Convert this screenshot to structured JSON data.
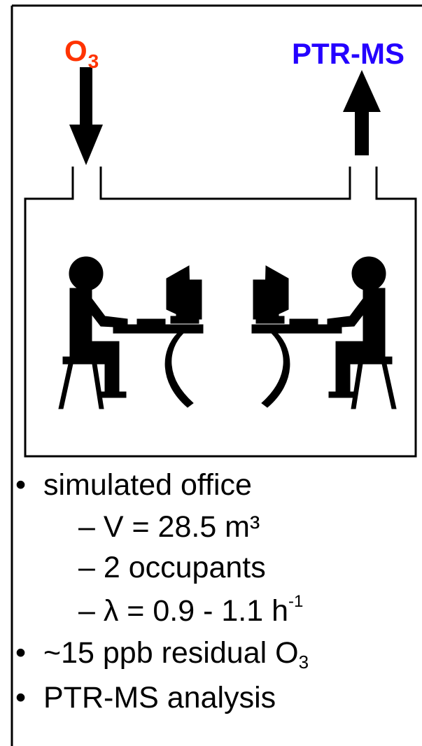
{
  "inlet_label": {
    "text": "O",
    "sub": "3"
  },
  "outlet_label": {
    "text": "PTR-MS"
  },
  "room_icons": [
    "person-at-computer-icon",
    "person-at-computer-icon"
  ],
  "bullets": {
    "office": "simulated office",
    "volume": "– V = 28.5 m³",
    "occupants": "– 2 occupants",
    "exchange": "– λ = 0.9 - 1.1 h",
    "exchange_sup": "-1",
    "residual": "~15 ppb residual O",
    "residual_sub": "3",
    "analysis": "PTR-MS analysis"
  },
  "colors": {
    "o3": "#ff3300",
    "ptr": "#2400ff",
    "lines": "#000000"
  }
}
